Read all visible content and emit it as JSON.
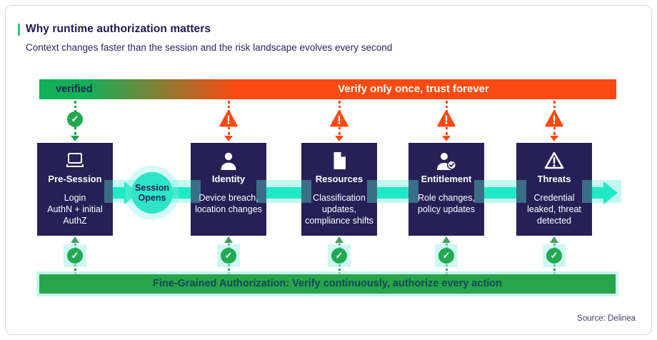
{
  "header": {
    "title": "Why runtime authorization matters",
    "subtitle": "Context changes faster than the session and the risk landscape evolves every second"
  },
  "top_banner": {
    "left_label": "verified",
    "right_label": "Verify only once, trust forever"
  },
  "session_marker": {
    "line1": "Session",
    "line2": "Opens"
  },
  "stages": [
    {
      "name": "Pre-Session",
      "icon": "laptop-icon",
      "description": "Login\nAuthN + initial\nAuthZ",
      "status": "verified"
    },
    {
      "name": "Identity",
      "icon": "person-icon",
      "description": "Device breach, location changes",
      "status": "alert"
    },
    {
      "name": "Resources",
      "icon": "document-icon",
      "description": "Classification updates, compliance shifts",
      "status": "alert"
    },
    {
      "name": "Entitlement",
      "icon": "person-check-icon",
      "description": "Role changes, policy updates",
      "status": "alert"
    },
    {
      "name": "Threats",
      "icon": "warning-triangle-icon",
      "description": "Credential leaked, threat detected",
      "status": "alert"
    }
  ],
  "bottom_banner": {
    "label": "Fine-Grained Authorization: Verify continuously, authorize every action"
  },
  "source": "Source: Delinea",
  "colors": {
    "verified_green": "#12b158",
    "alert_orange": "#fb4a11",
    "box_navy": "#262057",
    "flow_teal": "#21e7c6",
    "bottom_bar_green": "#28a44b"
  }
}
